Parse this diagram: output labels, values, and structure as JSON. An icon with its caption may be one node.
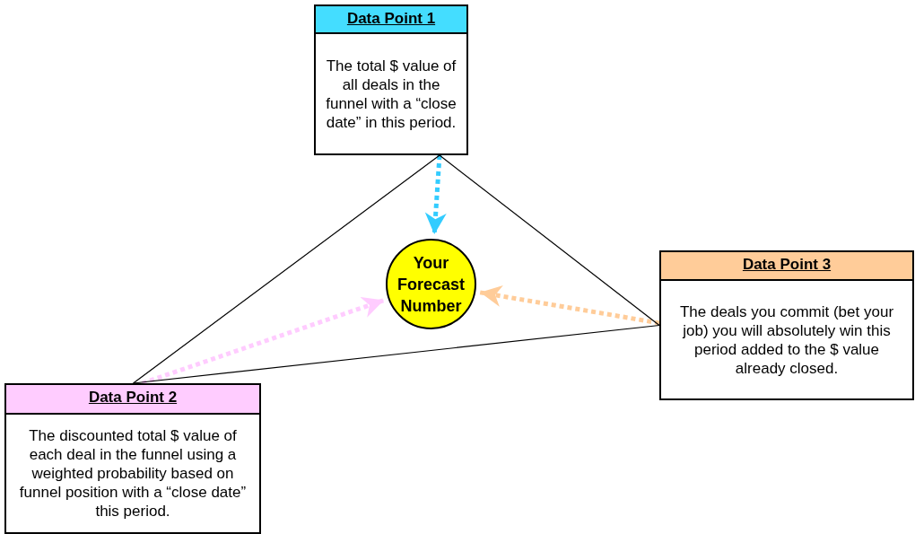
{
  "diagram": {
    "nodes": [
      {
        "text": [
          "Data Point 1",
          "The total $ value of all deals in the funnel with a “close date” in this period."
        ]
      },
      {
        "text": [
          "Your Forecast Number"
        ]
      },
      {
        "text": [
          "Data Point 3",
          "The deals you commit (bet your job) you will absolutely win this period added to the $ value already closed."
        ]
      },
      {
        "text": [
          "Data Point 2",
          "The discounted total $ value of each deal in the funnel using a weighted probability based on funnel position with a “close date” this period."
        ]
      }
    ],
    "edges": [
      {
        "from": 0,
        "to": 1,
        "arrow": "to",
        "style": "dashed",
        "color": "#33ccff"
      },
      {
        "from": 3,
        "to": 1,
        "arrow": "to",
        "style": "dashed",
        "color": "#ffccff"
      },
      {
        "from": 2,
        "to": 1,
        "arrow": "to",
        "style": "dashed",
        "color": "#ffcc99"
      },
      {
        "from": 0,
        "to": 2,
        "arrow": "none"
      },
      {
        "from": 0,
        "to": 3,
        "arrow": "none"
      },
      {
        "from": 3,
        "to": 2,
        "arrow": "none"
      }
    ]
  }
}
